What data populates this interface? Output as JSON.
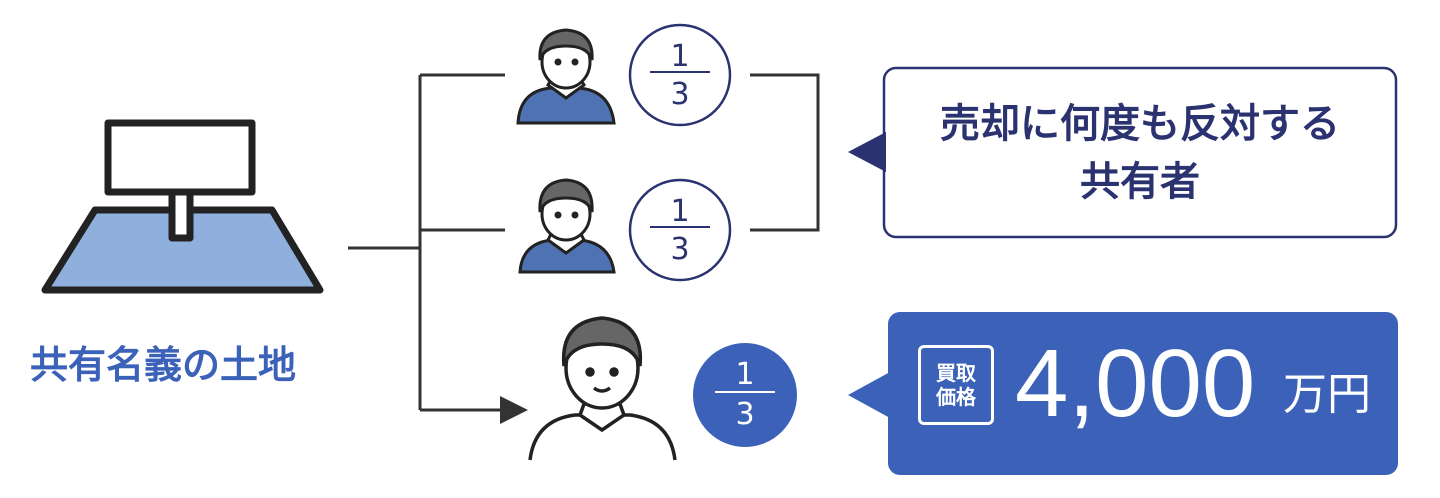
{
  "colors": {
    "blue": "#3b62b8",
    "navy": "#2b3270",
    "line": "#333333",
    "land": "#8fb0dd"
  },
  "land": {
    "label": "共有名義の土地",
    "icon": "land-sign-icon"
  },
  "owners": [
    {
      "share_numerator": "1",
      "share_denominator": "3",
      "icon": "person-icon",
      "type": "opposing"
    },
    {
      "share_numerator": "1",
      "share_denominator": "3",
      "icon": "person-icon",
      "type": "opposing"
    },
    {
      "share_numerator": "1",
      "share_denominator": "3",
      "icon": "person-icon",
      "type": "seller"
    }
  ],
  "callout_opposing": {
    "line1": "売却に何度も反対する",
    "line2": "共有者"
  },
  "callout_price": {
    "badge_line1": "買取",
    "badge_line2": "価格",
    "amount": "4,000",
    "unit": "万円"
  }
}
